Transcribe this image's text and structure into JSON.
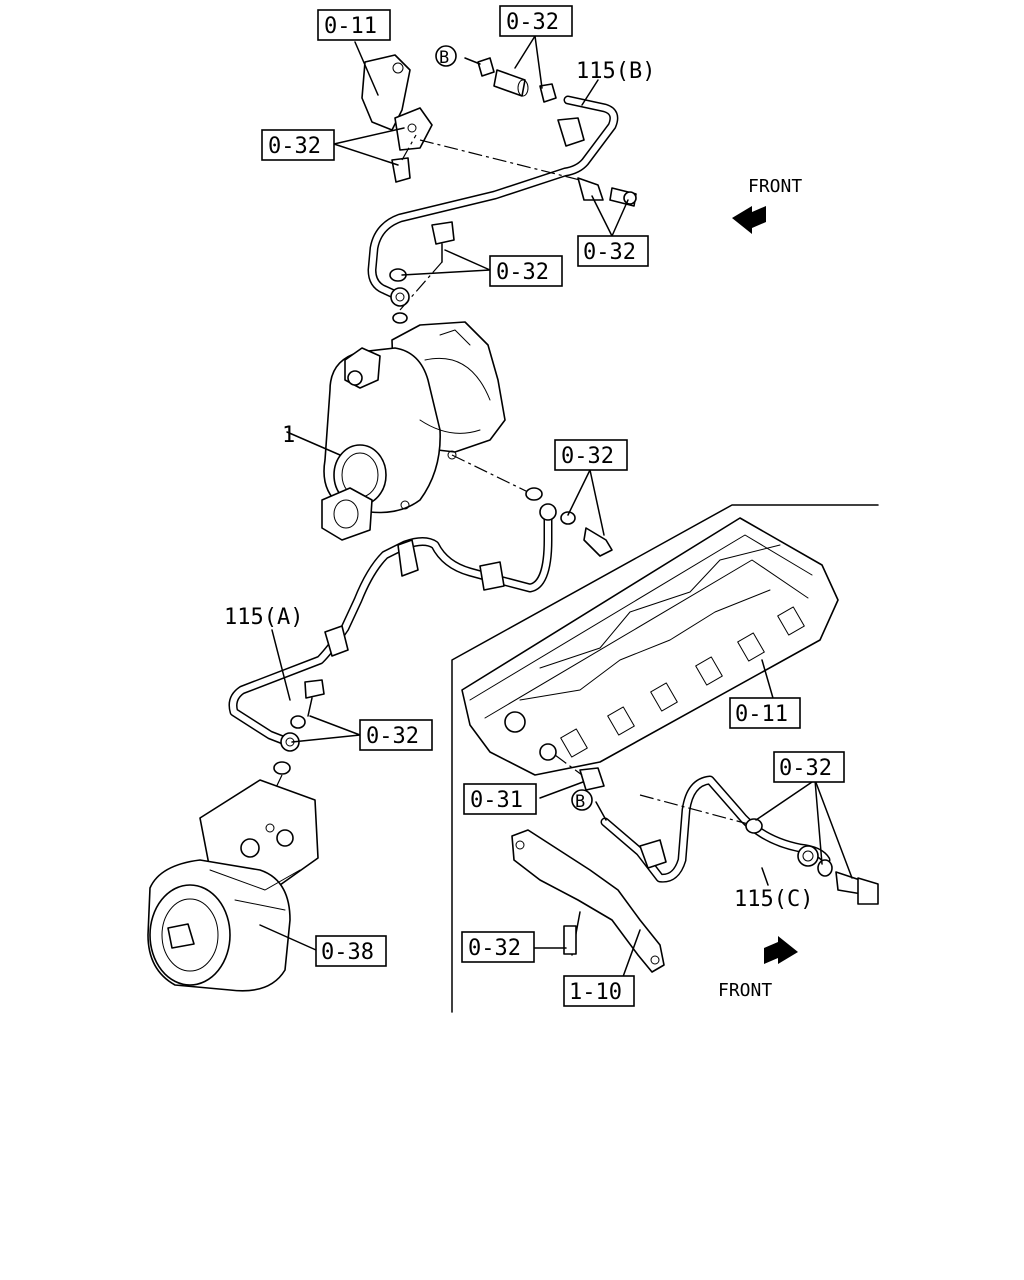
{
  "labels": {
    "l_011_top": "0-11",
    "l_032_top": "0-32",
    "l_115b": "115(B)",
    "l_032_bracket": "0-32",
    "l_032_right": "0-32",
    "l_032_mid": "0-32",
    "l_front_top": "FRONT",
    "l_1": "1",
    "l_032_turbo": "0-32",
    "l_115a": "115(A)",
    "l_032_comp": "0-32",
    "l_011_head": "0-11",
    "l_032_pipec": "0-32",
    "l_031": "0-31",
    "l_b_top": "B",
    "l_b_bottom": "B",
    "l_115c": "115(C)",
    "l_032_bottom": "0-32",
    "l_110": "1-10",
    "l_038": "0-38",
    "l_front_bottom": "FRONT"
  }
}
